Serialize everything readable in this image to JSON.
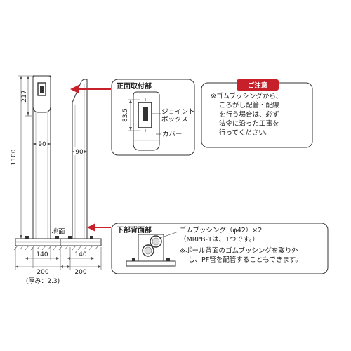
{
  "colors": {
    "accent": "#c8202b",
    "line": "#333333",
    "dim": "#555555"
  },
  "dimensions": {
    "height_total": "1100",
    "height_top": "217",
    "pole_width_front": "90",
    "pole_width_side": "90",
    "base_inner_front": "140",
    "base_outer_front": "200",
    "base_inner_side": "140",
    "base_outer_side": "200",
    "thickness": "(厚み：2.3)",
    "ground": "地面"
  },
  "front_mount": {
    "title": "正面取付部",
    "dim_label": "83.5",
    "joint_box_line1": "ジョイント",
    "joint_box_line2": "ボックス",
    "cover": "カバー"
  },
  "caution": {
    "badge": "ご注意",
    "lines": [
      "※ゴムブッシングから、",
      "ころがし配管・配線",
      "を行う場合は、必ず",
      "法令に沿った工事を",
      "行ってください。"
    ]
  },
  "bottom_back": {
    "title": "下部背面部",
    "bushing_line1": "ゴムブッシング（φ42）×2",
    "bushing_line2": "（MRPB-1は、1つです。）",
    "note_line1": "※ポール背面のゴムブッシングを取り外",
    "note_line2": "し、PF管を配管することもできます。"
  }
}
